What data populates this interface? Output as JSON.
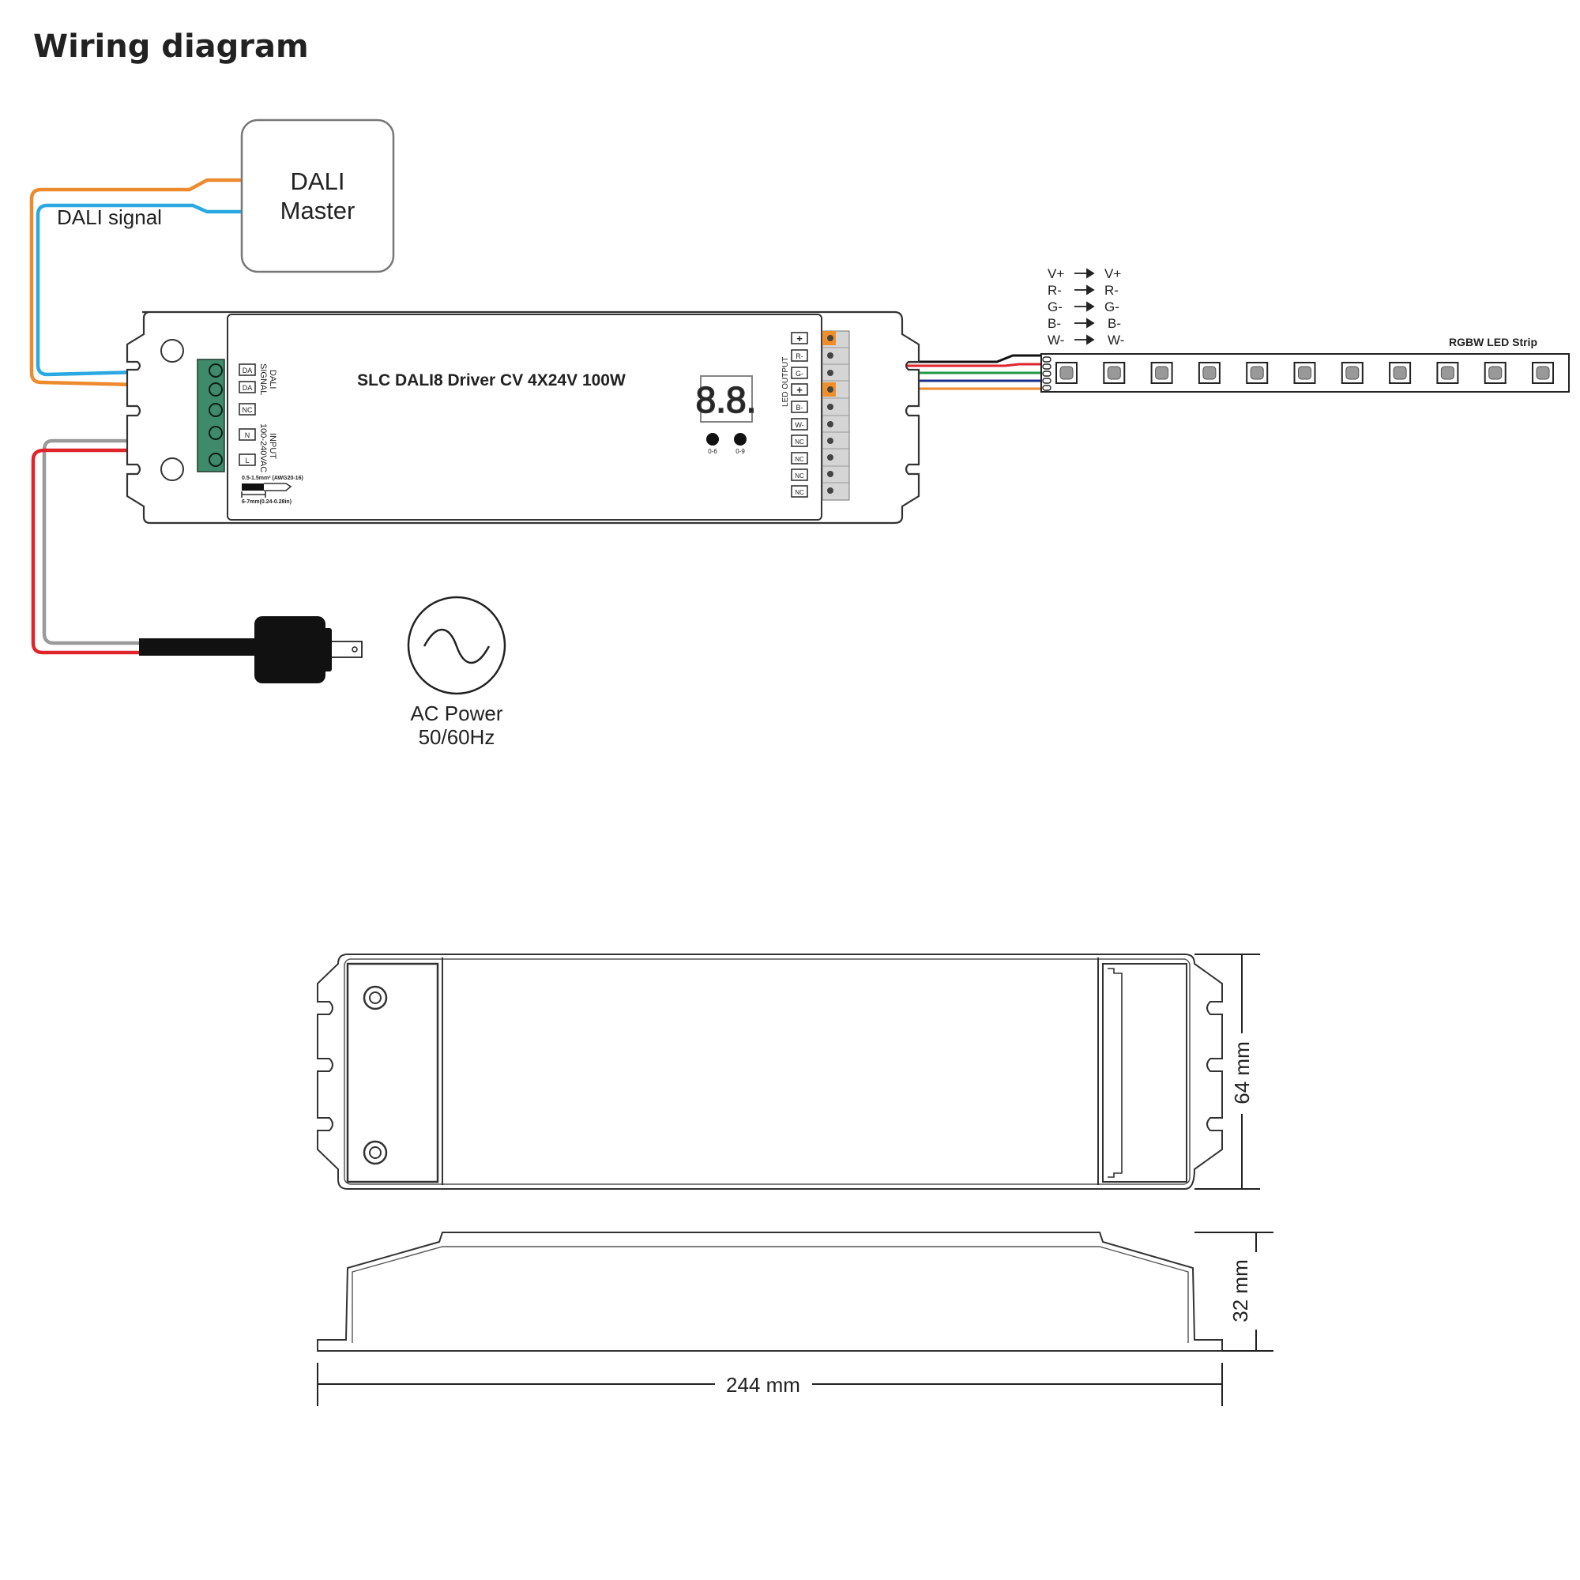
{
  "page": {
    "title": "Wiring diagram"
  },
  "dali_master": {
    "line1": "DALI",
    "line2": "Master"
  },
  "dali_signal_label": "DALI signal",
  "driver": {
    "name": "SLC DALI8 Driver CV 4X24V 100W",
    "input_terminals": [
      "DA",
      "DA",
      "NC",
      "N",
      "L"
    ],
    "dali_signal_label": [
      "DALI",
      "SIGNAL"
    ],
    "input_label": [
      "INPUT",
      "100-240VAC"
    ],
    "wire_spec": "0.5-1.5mm² (AWG20-16)",
    "strip_length": "6-7mm(0.24-0.28in)",
    "display_text": "8.8.",
    "rotary_switches": [
      "0-6",
      "0-9"
    ],
    "output_label": "LED OUTPUT",
    "output_terminals": [
      "+",
      "R-",
      "G-",
      "+",
      "B-",
      "W-",
      "NC",
      "NC",
      "NC",
      "NC"
    ]
  },
  "strip_mapping": [
    {
      "from": "V+",
      "to": "V+"
    },
    {
      "from": "R-",
      "to": "R-"
    },
    {
      "from": "G-",
      "to": "G-"
    },
    {
      "from": "B-",
      "to": "B-"
    },
    {
      "from": "W-",
      "to": "W-"
    }
  ],
  "strip_label": "RGBW LED Strip",
  "ac_power": {
    "line1": "AC Power",
    "line2": "50/60Hz"
  },
  "dimensions": {
    "width": "64 mm",
    "height": "32 mm",
    "length": "244 mm"
  },
  "colors": {
    "orange_wire": "#ee8a2e",
    "blue_wire": "#2aa8e0",
    "red_wire": "#e0242b",
    "grey_wire": "#9a9a9a",
    "green_wire": "#1f9a43",
    "navy_wire": "#1f2f8f",
    "terminal_green": "#3f8a6a",
    "accent_orange": "#ef8f2a"
  }
}
